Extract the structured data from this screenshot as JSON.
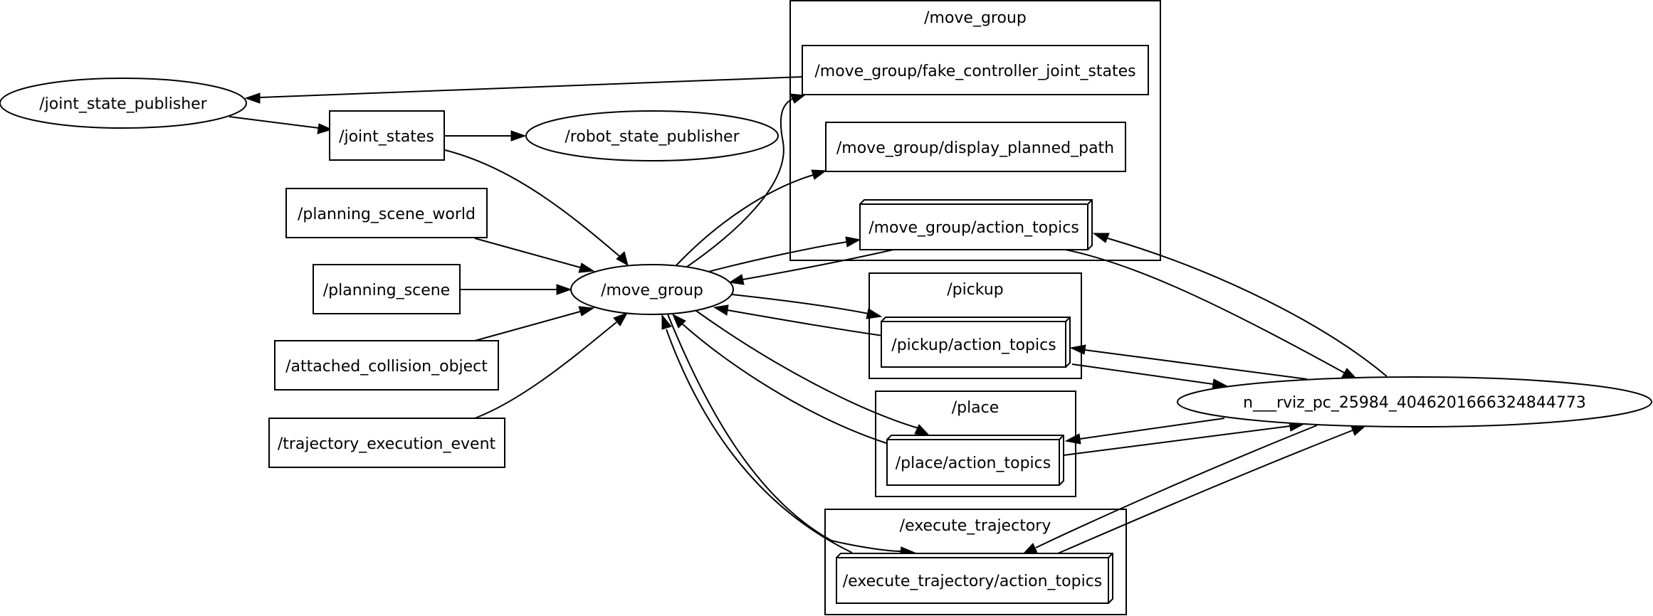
{
  "graph": {
    "node_color": "#000000",
    "background": "#ffffff",
    "clusters": {
      "move_group": {
        "label": "/move_group"
      },
      "pickup": {
        "label": "/pickup"
      },
      "place": {
        "label": "/place"
      },
      "execute_trajectory": {
        "label": "/execute_trajectory"
      }
    },
    "nodes": {
      "joint_state_publisher": {
        "label": "/joint_state_publisher",
        "shape": "ellipse"
      },
      "joint_states": {
        "label": "/joint_states",
        "shape": "box"
      },
      "robot_state_publisher": {
        "label": "/robot_state_publisher",
        "shape": "ellipse"
      },
      "planning_scene_world": {
        "label": "/planning_scene_world",
        "shape": "box"
      },
      "planning_scene": {
        "label": "/planning_scene",
        "shape": "box"
      },
      "attached_collision_object": {
        "label": "/attached_collision_object",
        "shape": "box"
      },
      "trajectory_execution_event": {
        "label": "/trajectory_execution_event",
        "shape": "box"
      },
      "move_group": {
        "label": "/move_group",
        "shape": "ellipse"
      },
      "fake_controller_joint_states": {
        "label": "/move_group/fake_controller_joint_states",
        "shape": "box"
      },
      "display_planned_path": {
        "label": "/move_group/display_planned_path",
        "shape": "box"
      },
      "move_group_action_topics": {
        "label": "/move_group/action_topics",
        "shape": "box3d"
      },
      "pickup_action_topics": {
        "label": "/pickup/action_topics",
        "shape": "box3d"
      },
      "place_action_topics": {
        "label": "/place/action_topics",
        "shape": "box3d"
      },
      "execute_trajectory_action_topics": {
        "label": "/execute_trajectory/action_topics",
        "shape": "box3d"
      },
      "rviz": {
        "label": "n___rviz_pc_25984_4046201666324844773",
        "shape": "ellipse"
      }
    },
    "edges": [
      {
        "from": "joint_state_publisher",
        "to": "joint_states"
      },
      {
        "from": "joint_states",
        "to": "robot_state_publisher"
      },
      {
        "from": "joint_states",
        "to": "move_group"
      },
      {
        "from": "fake_controller_joint_states",
        "to": "joint_state_publisher"
      },
      {
        "from": "planning_scene_world",
        "to": "move_group"
      },
      {
        "from": "planning_scene",
        "to": "move_group"
      },
      {
        "from": "attached_collision_object",
        "to": "move_group"
      },
      {
        "from": "trajectory_execution_event",
        "to": "move_group"
      },
      {
        "from": "move_group",
        "to": "fake_controller_joint_states"
      },
      {
        "from": "move_group",
        "to": "display_planned_path"
      },
      {
        "from": "move_group",
        "to": "move_group_action_topics"
      },
      {
        "from": "move_group_action_topics",
        "to": "move_group"
      },
      {
        "from": "move_group",
        "to": "pickup_action_topics"
      },
      {
        "from": "pickup_action_topics",
        "to": "move_group"
      },
      {
        "from": "move_group",
        "to": "place_action_topics"
      },
      {
        "from": "place_action_topics",
        "to": "move_group"
      },
      {
        "from": "move_group",
        "to": "execute_trajectory_action_topics"
      },
      {
        "from": "execute_trajectory_action_topics",
        "to": "move_group"
      },
      {
        "from": "move_group_action_topics",
        "to": "rviz"
      },
      {
        "from": "rviz",
        "to": "move_group_action_topics"
      },
      {
        "from": "pickup_action_topics",
        "to": "rviz"
      },
      {
        "from": "rviz",
        "to": "pickup_action_topics"
      },
      {
        "from": "place_action_topics",
        "to": "rviz"
      },
      {
        "from": "rviz",
        "to": "place_action_topics"
      },
      {
        "from": "execute_trajectory_action_topics",
        "to": "rviz"
      },
      {
        "from": "rviz",
        "to": "execute_trajectory_action_topics"
      }
    ]
  }
}
